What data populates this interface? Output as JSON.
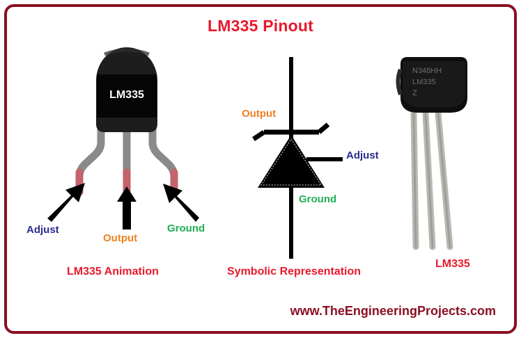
{
  "title": "LM335 Pinout",
  "footer": "www.TheEngineeringProjects.com",
  "border_color": "#8a0f22",
  "title_color": "#e8192c",
  "panels": {
    "animation": {
      "caption": "LM335 Animation",
      "body_marking": "LM335",
      "pins": [
        {
          "name": "Adjust",
          "color": "#2b2b8f"
        },
        {
          "name": "Output",
          "color": "#f0801f"
        },
        {
          "name": "Ground",
          "color": "#1faf54"
        }
      ],
      "package_color": "#141414",
      "lead_color": "#8a8a8a",
      "lead_tip_color": "#c4636a"
    },
    "symbolic": {
      "caption": "Symbolic Representation",
      "symbol": "zener-diode",
      "pins": [
        {
          "name": "Output",
          "color": "#f0801f"
        },
        {
          "name": "Adjust",
          "color": "#2b2b8f"
        },
        {
          "name": "Ground",
          "color": "#1faf54"
        }
      ]
    },
    "real": {
      "caption": "LM335",
      "markings": [
        "N348HH",
        "LM335",
        "Z"
      ]
    }
  }
}
